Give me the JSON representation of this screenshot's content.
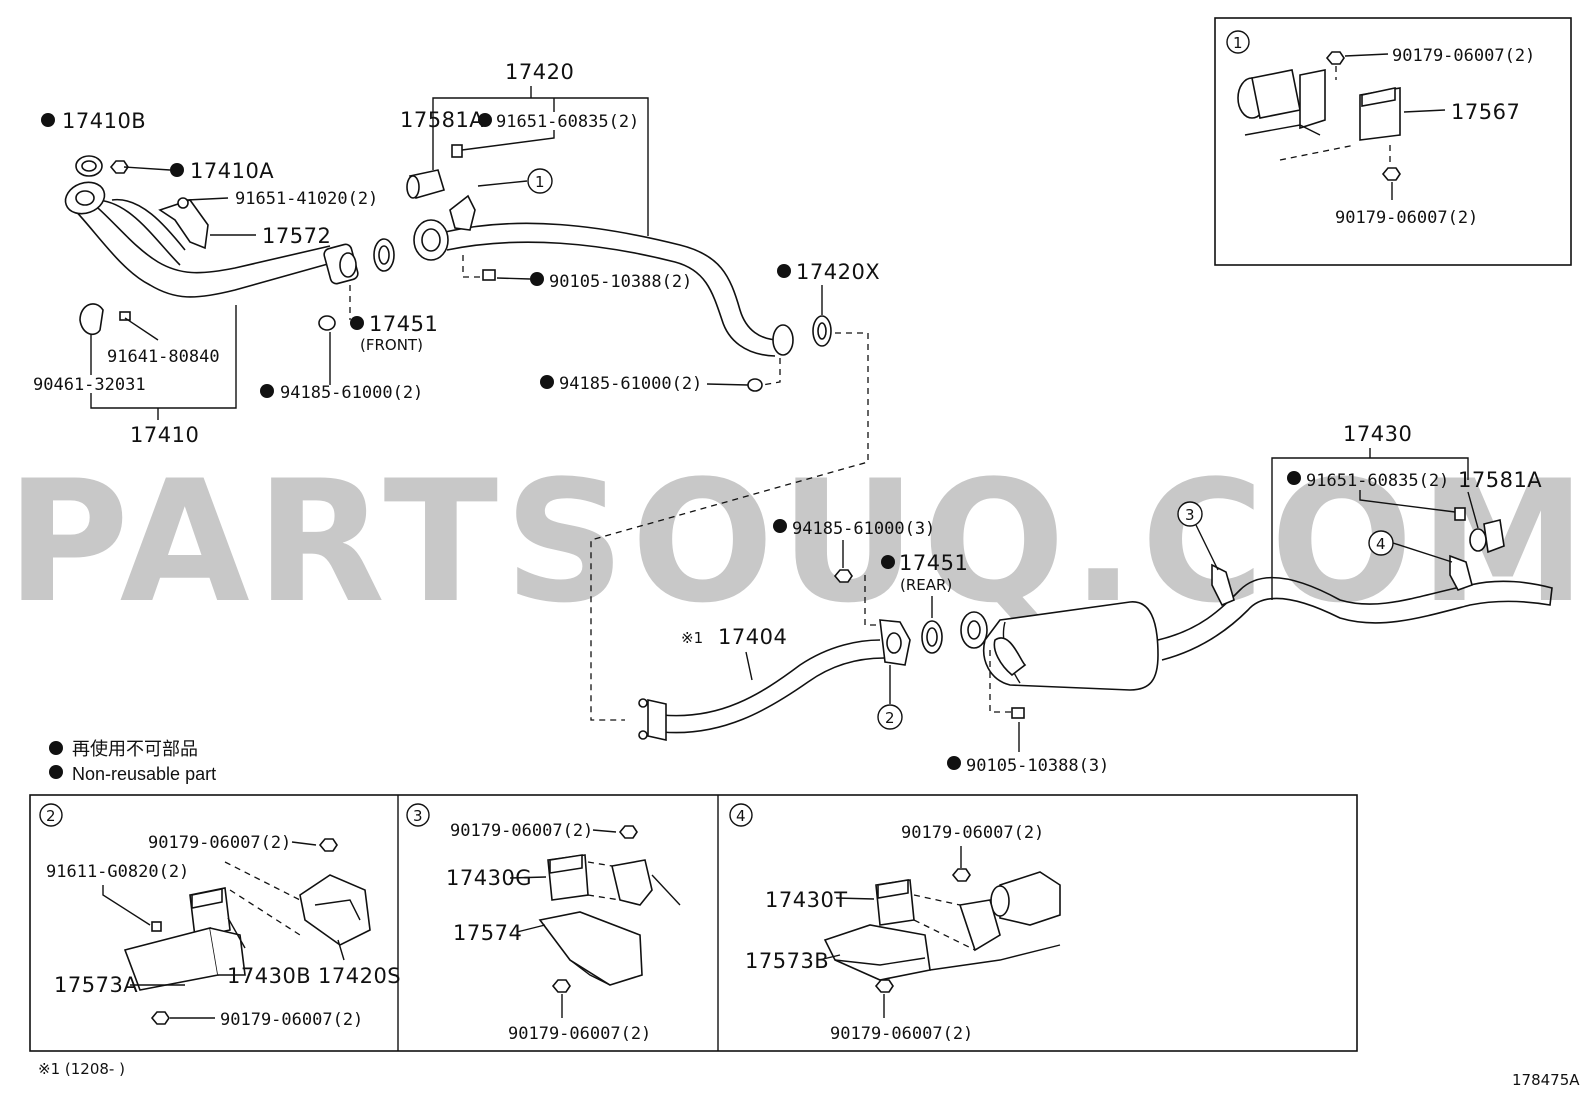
{
  "watermark": "PARTSOUQ.COM",
  "legend": {
    "jp": "再使用不可部品",
    "en": "Non-reusable part"
  },
  "footnote": "※1 (1208-      )",
  "diagram_code": "178475A",
  "labels": {
    "p17420": "17420",
    "p17581A_top": "17581A",
    "p91651_60835_top": "91651-60835(2)",
    "p17410B": "17410B",
    "p17410A": "17410A",
    "p91651_41020": "91651-41020(2)",
    "p17572": "17572",
    "p17451_front": "17451",
    "front": "(FRONT)",
    "p91641_80840": "91641-80840",
    "p90461_32031": "90461-32031",
    "p17410": "17410",
    "p94185_61000_a": "94185-61000(2)",
    "p90105_10388_a": "90105-10388(2)",
    "p17420X": "17420X",
    "p94185_61000_b": "94185-61000(2)",
    "p17430": "17430",
    "p91651_60835_rear": "91651-60835(2)",
    "p17581A_rear": "17581A",
    "p94185_61000_c": "94185-61000(3)",
    "p17451_rear": "17451",
    "rear": "(REAR)",
    "mark1": "※1",
    "p17404": "17404",
    "p90105_10388_b": "90105-10388(3)",
    "inset1_a": "90179-06007(2)",
    "inset1_17567": "17567",
    "inset1_b": "90179-06007(2)",
    "inset2_a": "90179-06007(2)",
    "inset2_91611": "91611-G0820(2)",
    "inset2_17430B": "17430B",
    "inset2_17420S": "17420S",
    "inset2_17573A": "17573A",
    "inset2_b": "90179-06007(2)",
    "inset3_a": "90179-06007(2)",
    "inset3_17430G": "17430G",
    "inset3_17574": "17574",
    "inset3_b": "90179-06007(2)",
    "inset4_a": "90179-06007(2)",
    "inset4_17430T": "17430T",
    "inset4_17573B": "17573B",
    "inset4_b": "90179-06007(2)"
  },
  "callouts": [
    "1",
    "2",
    "3",
    "4"
  ]
}
